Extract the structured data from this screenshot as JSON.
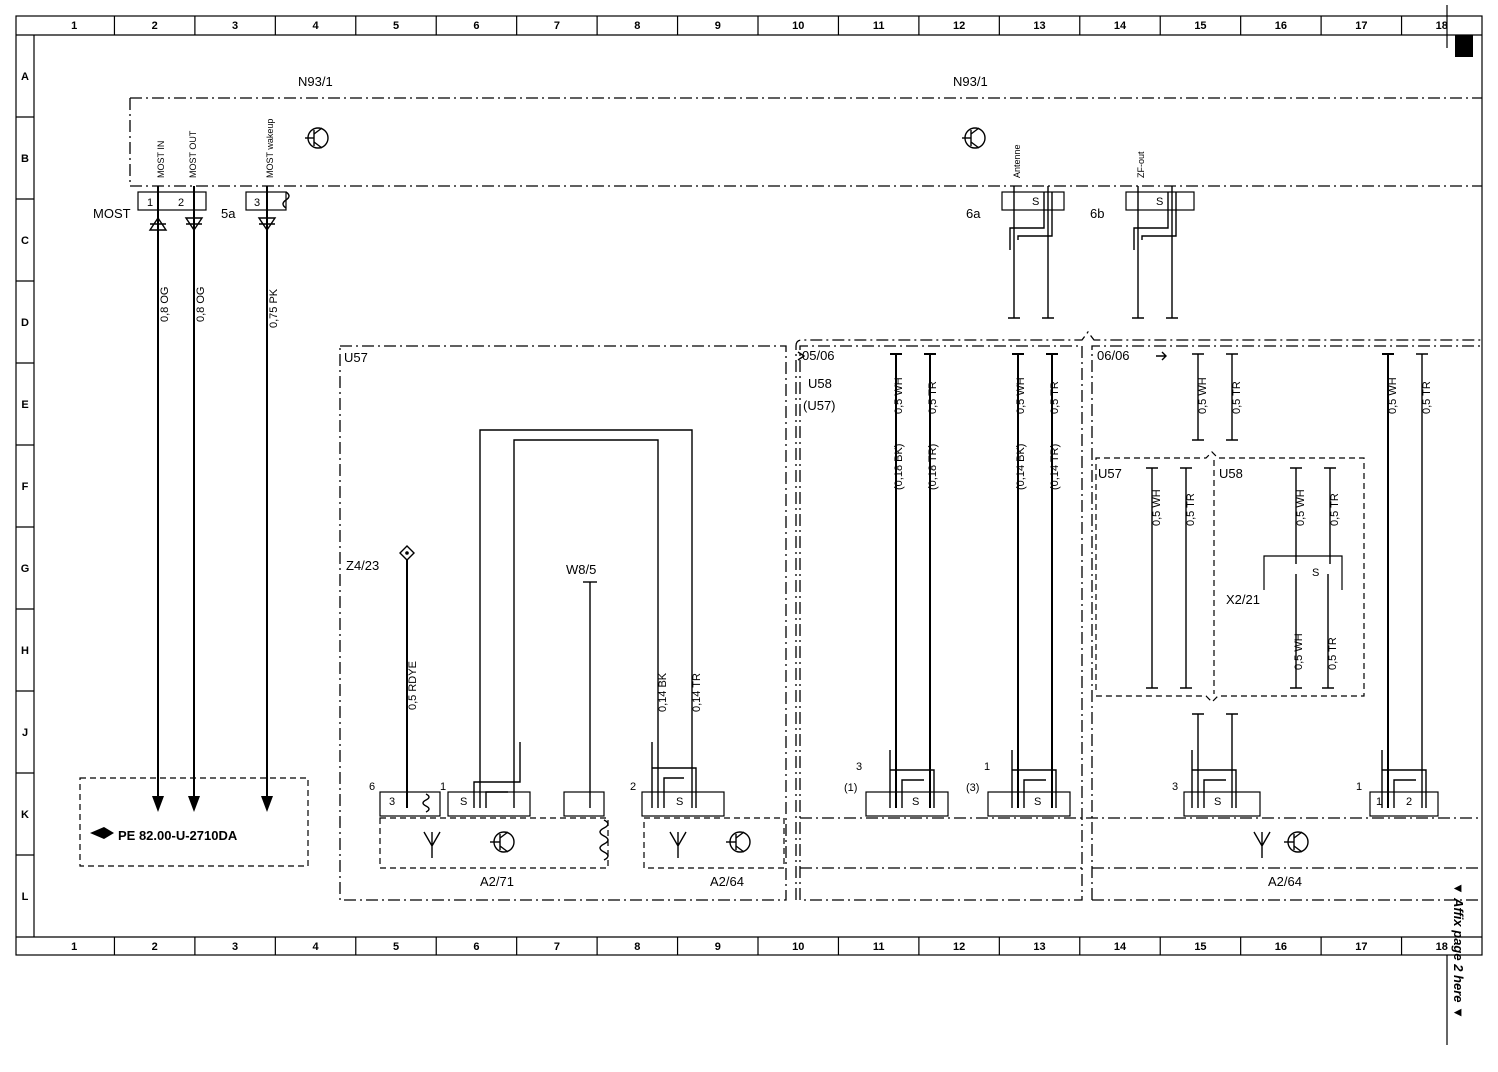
{
  "frame": {
    "columns": [
      "1",
      "2",
      "3",
      "4",
      "5",
      "6",
      "7",
      "8",
      "9",
      "10",
      "11",
      "12",
      "13",
      "14",
      "15",
      "16",
      "17",
      "18"
    ],
    "rows": [
      "A",
      "B",
      "C",
      "D",
      "E",
      "F",
      "G",
      "H",
      "J",
      "K",
      "L"
    ]
  },
  "modules": {
    "n93_left": "N93/1",
    "n93_right": "N93/1",
    "u57": "U57",
    "u58": "U58",
    "u58_paren": "(U57)",
    "page_05": "05/06",
    "page_06": "06/06",
    "u57_inner": "U57",
    "u58_inner": "U58",
    "x2_21": "X2/21",
    "a2_71": "A2/71",
    "a2_64_left": "A2/64",
    "a2_64_right": "A2/64",
    "z4_23": "Z4/23",
    "w8_5": "W8/5"
  },
  "connectors": {
    "most": "MOST",
    "c5a": "5a",
    "c6a": "6a",
    "c6b": "6b",
    "pins": {
      "most_1": "1",
      "most_2": "2",
      "c5a_3": "3",
      "k6": "6",
      "k6_3": "3",
      "k1": "1",
      "k2": "2",
      "k3": "3",
      "k3p": "(1)",
      "k1b": "1",
      "k1bp": "(3)",
      "k3c": "3",
      "k1c": "1",
      "k1c_1": "1",
      "k1c_2": "2",
      "shield": "S"
    }
  },
  "signals": {
    "most_in": "MOST IN",
    "most_out": "MOST OUT",
    "most_wakeup": "MOST wakeup",
    "antenne": "Antenne",
    "zf_out": "ZF-out"
  },
  "wires": {
    "og1": "0,8 OG",
    "og2": "0,8 OG",
    "pk": "0,75 PK",
    "rdye": "0,5 RDYE",
    "bk14": "0,14 BK",
    "tr14": "0,14 TR",
    "wh_a": "0,5 WH",
    "tr_a": "0,5 TR",
    "bk18": "(0,18 BK)",
    "tr18": "(0,18 TR)",
    "wh_b": "0,5 WH",
    "tr_b": "0,5 TR",
    "bk14p": "(0,14 BK)",
    "tr14p": "(0,14 TR)",
    "wh_c": "0,5 WH",
    "tr_c": "0,5 TR",
    "wh_d": "0,5 WH",
    "tr_d": "0,5 TR",
    "wh_e": "0,5 WH",
    "tr_e": "0,5 TR",
    "wh_f": "0,5 WH",
    "tr_f": "0,5 TR",
    "wh_g": "0,5 WH",
    "tr_g": "0,5 TR"
  },
  "reference": "PE 82.00-U-2710DA",
  "affix_note": "▼ Affix page 2 here ▼"
}
